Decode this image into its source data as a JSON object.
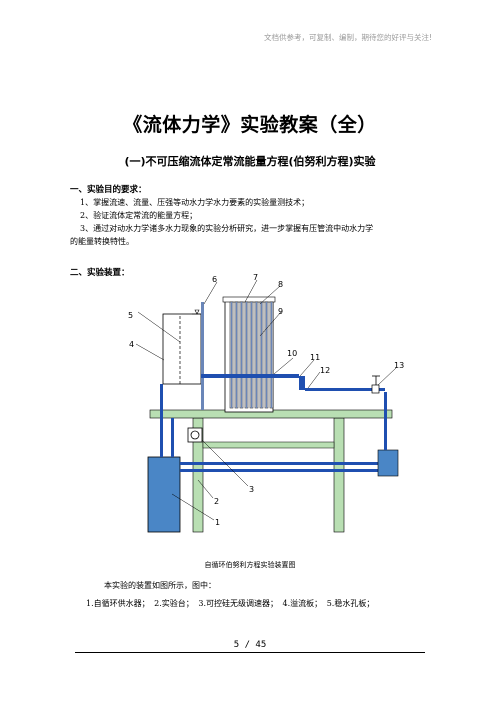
{
  "watermark": "文档供参考，可复制、编制，期待您的好评与关注!",
  "title": "《流体力学》实验教案（全）",
  "subtitle": "(一)不可压缩流体定常流能量方程(伯努利方程)实验",
  "section1": {
    "heading": "一、实验目的要求：",
    "items": [
      "1、掌握流速、流量、压强等动水力学水力要素的实验量测技术；",
      "2、验证流体定常流的能量方程；",
      "3、通过对动水力学诸多水力现象的实验分析研究，进一步掌握有压管流中动水力学",
      "的能量转换特性。"
    ]
  },
  "section2": {
    "heading": "二、实验装置："
  },
  "diagram": {
    "labels": [
      "1",
      "2",
      "3",
      "4",
      "5",
      "6",
      "7",
      "8",
      "9",
      "10",
      "11",
      "12",
      "13"
    ],
    "caption": "自循环伯努利方程实验装置图"
  },
  "text": {
    "para1": "本实验的装置如图所示，图中：",
    "para2": "1.自循环供水器；  2.实验台；  3.可控硅无级调速器；  4.溢流板；  5.稳水孔板；"
  },
  "footer": {
    "page": "5 / 45"
  },
  "colors": {
    "blue": "#1f4fb0",
    "green": "#b9dfb3",
    "steel": "#6a86b8",
    "tank": "#4a86c6"
  }
}
